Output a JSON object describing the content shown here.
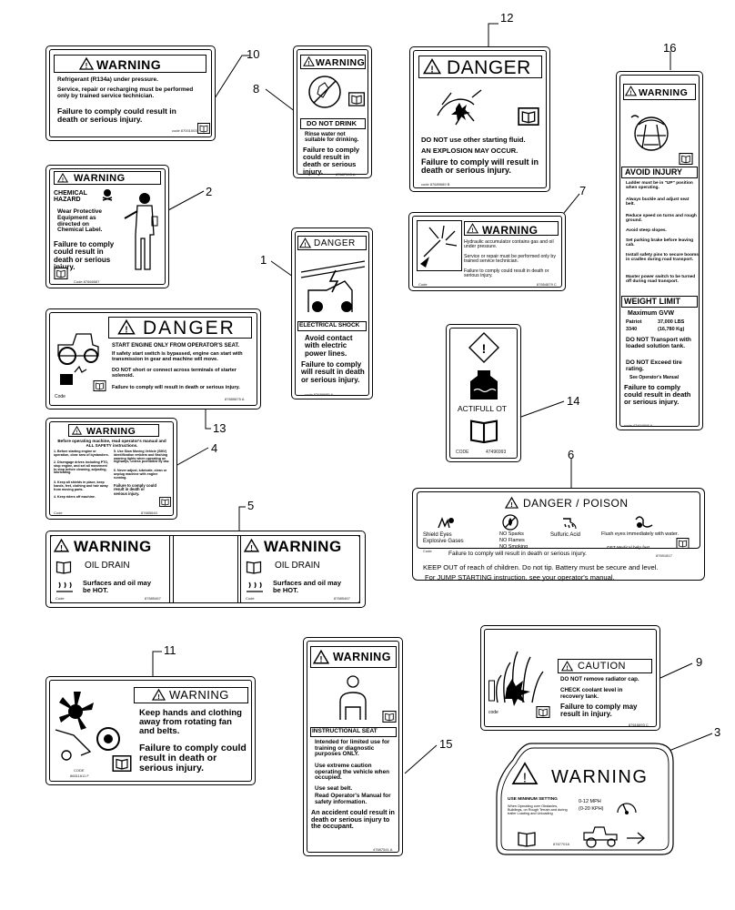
{
  "callouts": [
    "10",
    "8",
    "12",
    "16",
    "2",
    "7",
    "1",
    "14",
    "13",
    "4",
    "6",
    "5",
    "9",
    "11",
    "15",
    "3"
  ],
  "decals": {
    "d10": {
      "header": "WARNING",
      "line1": "Refrigerant (R134a) under pressure.",
      "line2": "Service, repair or recharging must be performed only by trained service technician.",
      "line3": "Failure to comply could result in death or serious injury.",
      "code": "code 87001003"
    },
    "d8": {
      "header": "WARNING",
      "title": "DO NOT DRINK",
      "bullet": "Rinse water not suitable for drinking.",
      "line": "Failure to comply could result in death or serious injury.",
      "code": "87687193 A"
    },
    "d12": {
      "header": "DANGER",
      "line1": "DO NOT use other starting fluid.",
      "line2": "AN EXPLOSION MAY OCCUR.",
      "line3": "Failure to comply will result in death or serious injury.",
      "code": "code 87689689 B"
    },
    "d16": {
      "header": "WARNING",
      "title1": "AVOID INJURY",
      "bullets1": [
        "Ladder must be in \"UP\" position when operating.",
        "Always buckle and adjust seat belt.",
        "Reduce speed on turns and rough ground.",
        "Avoid steep slopes.",
        "Set parking brake before leaving cab.",
        "Install safety pins to secure booms in cradles during road transport.",
        "Master power switch to be turned off during road transport."
      ],
      "title2": "WEIGHT LIMIT",
      "maxgvw": "Maximum GVW",
      "rows": [
        [
          "Patriot",
          "37,000 LBS"
        ],
        [
          "3340",
          "(16,780 Kg)"
        ]
      ],
      "bullets2": [
        "DO NOT Transport with loaded solution tank.",
        "DO NOT Exceed tire rating."
      ],
      "see": "See Operator's Manual",
      "fail": "Failure to comply could result in death or serious injury.",
      "code": "code 47464008 A"
    },
    "d2": {
      "header": "WARNING",
      "title": "CHEMICAL HAZARD",
      "bullet": "Wear Protective Equipment as directed on Chemical Label.",
      "fail": "Failure to comply could result in death or serious injury.",
      "code": "Code 87666587"
    },
    "d7": {
      "header": "WARNING",
      "bullets": [
        "Hydraulic accumulator contains gas and oil under pressure.",
        "Service or repair must be performed only by trained service technician.",
        "Failure to comply could result in death or serious injury."
      ],
      "code": "Code",
      "code2": "87654879 C"
    },
    "d1": {
      "header": "DANGER",
      "title": "ELECTRICAL SHOCK",
      "bullet": "Avoid contact with electric power lines.",
      "fail": "Failure to comply will result in death or serious injury.",
      "code": "code 87689685 A"
    },
    "d14": {
      "label": "ACTIFULL OT",
      "code": "CODE",
      "codeval": "47496993"
    },
    "d13": {
      "header": "DANGER",
      "title": "START ENGINE ONLY FROM OPERATOR'S SEAT.",
      "line1": "If safety start switch is bypassed, engine can start with transmission in gear and machine will move.",
      "line2": "DO NOT short or connect across terminals of starter solenoid.",
      "line3": "Failure to comply will result in death or serious injury.",
      "code": "Code",
      "code2": "87685875 A"
    },
    "d4": {
      "header": "WARNING",
      "intro": "Before operating machine, read operator's manual and ALL SAFETY instructions.",
      "colA": [
        "1. Before starting engine or operation, clear area of bystanders.",
        "2. Disengage drives including PTO, stop engine, and set all movement to stop before cleaning, adjusting, lubricating.",
        "3. Keep all shields in place, keep hands, feet, clothing and hair away from moving parts.",
        "4. Keep riders off machine."
      ],
      "colB": [
        "5. Use Slow Moving Vehicle (SMV) identification emblem and flashing warning lights when operating on highways, unless prohibited by law.",
        "6. Never adjust, lubricate, clean or unplug machine with engine running.",
        "Failure to comply could result in death or serious injury."
      ],
      "code": "Code",
      "code2": "87685640"
    },
    "d6": {
      "title": "DANGER / POISON",
      "items": [
        [
          "Shield Eyes",
          "Explosive Gases"
        ],
        [
          "NO Sparks",
          "NO Flames",
          "NO Smoking"
        ],
        [
          "Sulfuric Acid"
        ],
        [
          "Flush eyes immediately with water.",
          "GET Medical help fast."
        ]
      ],
      "fail": "Failure to comply will result in death or serious injury.",
      "code": "Code",
      "code2": "87691817",
      "foot1": "KEEP OUT of reach of children.  Do not tip.  Battery must be secure and level.",
      "foot2": "For JUMP STARTING instruction, see your operator's manual."
    },
    "d5": {
      "header": "WARNING",
      "title": "OIL DRAIN",
      "line": "Surfaces and oil may be HOT.",
      "code": "Code",
      "code2": "87685467"
    },
    "d9": {
      "header": "CAUTION",
      "line1": "DO NOT remove radiator cap.",
      "line2": "CHECK coolant level in recovery tank.",
      "line3": "Failure to comply may result in injury.",
      "code": "code",
      "code2": "87616693 C"
    },
    "d11": {
      "header": "WARNING",
      "line1": "Keep hands and clothing away from rotating fan and belts.",
      "line2": "Failure to comply could result in death or serious injury.",
      "code": "CODE",
      "code2": "86511611 F"
    },
    "d15": {
      "header": "WARNING",
      "title": "INSTRUCTIONAL SEAT",
      "bullets": [
        "Intended for limited use for training or diagnostic purposes ONLY.",
        "Use extreme caution operating the vehicle when occupied.",
        "Use seat belt.",
        "Read Operator's Manual for safety information."
      ],
      "fail": "An accident could result in death or serious injury to the occupant.",
      "code": "code",
      "code2": "47687541 A"
    },
    "d3": {
      "header": "WARNING",
      "title": "USE MINIMUM SETTING",
      "text": "When Operating over Obstacles, Buildings, on Rough Terrain and during trailer Loading and Unloading",
      "speed1": "0-12  MPH",
      "speed2": "(0-20  KPH)",
      "code": "87677018"
    }
  }
}
